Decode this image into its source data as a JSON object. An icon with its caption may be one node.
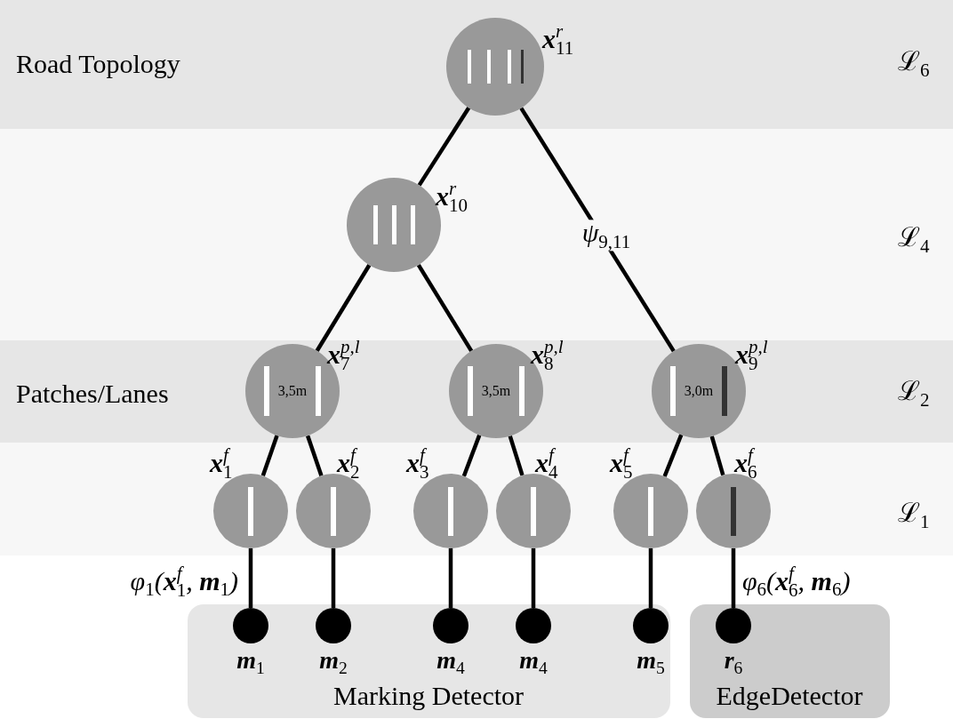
{
  "diagram": {
    "nodes": [
      {
        "text": [
          "Road Topology",
          "ℒ$_{6}$"
        ]
      },
      {
        "text": [],
        "shape": "circle",
        "in": 0,
        "beside": [
          "**x**$^{r}$$_{11}$"
        ]
      },
      {
        "text": [
          "ℒ$_{4}$"
        ]
      },
      {
        "text": [],
        "shape": "circle",
        "in": 2,
        "beside": [
          "**x**$^{r}$$_{10}$"
        ]
      },
      {
        "text": [
          "Patches/Lanes",
          "ℒ$_{2}$"
        ]
      },
      {
        "text": [
          "3,5m"
        ],
        "in": 4,
        "beside": [
          "**x**$^{p,l}$$_{7}$"
        ]
      },
      {
        "text": [
          "3,5m"
        ],
        "in": 4,
        "beside": [
          "**x**$^{p,l}$$_{8}$"
        ]
      },
      {
        "text": [
          "3,0m"
        ],
        "in": 4,
        "beside": [
          "**x**$^{p,l}$$_{9}$"
        ]
      },
      {
        "text": [
          "ℒ$_{1}$"
        ]
      },
      {
        "text": [],
        "shape": "circle",
        "in": 8,
        "beside": [
          "**x**$^{f}$$_{1}$"
        ]
      },
      {
        "text": [],
        "shape": "circle",
        "in": 8,
        "beside": [
          "**x**$^{f}$$_{2}$"
        ]
      },
      {
        "text": [],
        "shape": "circle",
        "in": 8,
        "beside": [
          "**x**$^{f}$$_{3}$"
        ]
      },
      {
        "text": [],
        "shape": "circle",
        "in": 8,
        "beside": [
          "**x**$^{f}$$_{4}$"
        ]
      },
      {
        "text": [],
        "shape": "circle",
        "in": 8,
        "beside": [
          "**x**$^{f}$$_{5}$"
        ]
      },
      {
        "text": [],
        "shape": "circle",
        "in": 8,
        "beside": [
          "**x**$^{f}$$_{6}$"
        ]
      },
      {
        "text": [
          "Marking Detector"
        ]
      },
      {
        "text": [],
        "shape": "circle",
        "in": 15,
        "beside": [
          "**m**$_{1}$"
        ]
      },
      {
        "text": [],
        "shape": "circle",
        "in": 15,
        "beside": [
          "**m**$_{2}$"
        ]
      },
      {
        "text": [],
        "shape": "circle",
        "in": 15,
        "beside": [
          "**m**$_{4}$"
        ]
      },
      {
        "text": [],
        "shape": "circle",
        "in": 15,
        "beside": [
          "**m**$_{4}$"
        ]
      },
      {
        "text": [],
        "shape": "circle",
        "in": 15,
        "beside": [
          "**m**$_{5}$"
        ]
      },
      {
        "text": [
          "EdgeDetector"
        ]
      },
      {
        "text": [],
        "shape": "circle",
        "in": 21,
        "beside": [
          "**r**$_{6}$"
        ]
      }
    ],
    "edges": [
      {
        "from": 1,
        "to": 3,
        "arrow": "none"
      },
      {
        "from": 1,
        "to": 7,
        "arrow": "none",
        "label": "ψ$_{9,11}$"
      },
      {
        "from": 3,
        "to": 5,
        "arrow": "none"
      },
      {
        "from": 3,
        "to": 6,
        "arrow": "none"
      },
      {
        "from": 5,
        "to": 9,
        "arrow": "none"
      },
      {
        "from": 5,
        "to": 10,
        "arrow": "none"
      },
      {
        "from": 6,
        "to": 11,
        "arrow": "none"
      },
      {
        "from": 6,
        "to": 12,
        "arrow": "none"
      },
      {
        "from": 7,
        "to": 13,
        "arrow": "none"
      },
      {
        "from": 7,
        "to": 14,
        "arrow": "none"
      },
      {
        "from": 9,
        "to": 16,
        "arrow": "none",
        "label": "φ$_{1}$(**x**$^{f}$$_{1}$, **m**$_{1}$)"
      },
      {
        "from": 10,
        "to": 17,
        "arrow": "none"
      },
      {
        "from": 11,
        "to": 18,
        "arrow": "none"
      },
      {
        "from": 12,
        "to": 19,
        "arrow": "none"
      },
      {
        "from": 13,
        "to": 20,
        "arrow": "none"
      },
      {
        "from": 14,
        "to": 22,
        "arrow": "none",
        "label": "φ$_{6}$(**x**$^{f}$$_{6}$, **m**$_{6}$)"
      }
    ]
  }
}
